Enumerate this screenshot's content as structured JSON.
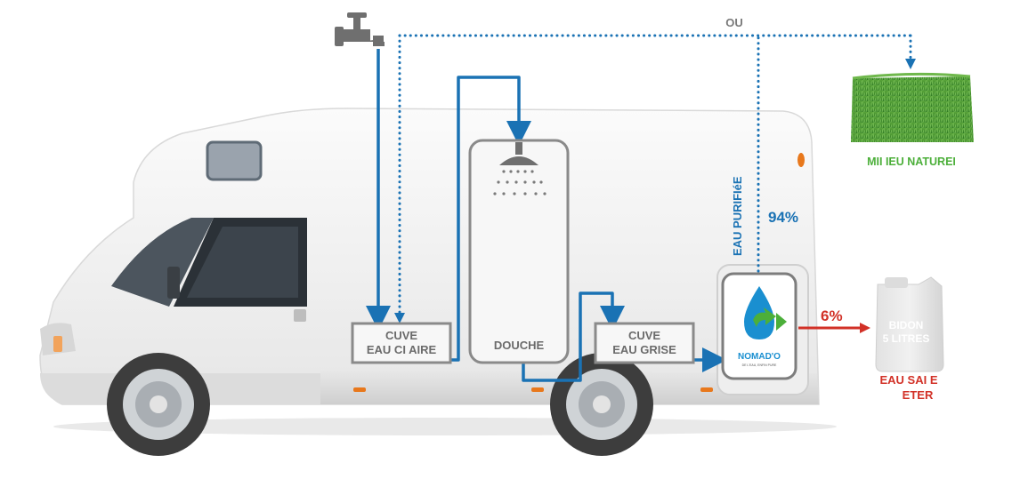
{
  "labels": {
    "ou": "OU",
    "cuve_claire_1": "CUVE",
    "cuve_claire_2": "EAU CI AIRE",
    "douche": "DOUCHE",
    "cuve_grise_1": "CUVE",
    "cuve_grise_2": "EAU GRISE",
    "eau_purifiee": "EAU PURIFIéE",
    "pct_purifiee": "94%",
    "pct_eaux_sales": "6%",
    "milieu_naturel": "MII IEU NATUREI",
    "bidon_1": "BIDON",
    "bidon_2": "5 LITRES",
    "eaux_sales_1": "EAU SAI E",
    "eaux_sales_2": "ETER",
    "logo_name": "NOMAD'O",
    "logo_tagline": "DE L'EAU, ENFIN PURE"
  },
  "colors": {
    "pipe_blue": "#1a72b4",
    "accent_green": "#4caf3a",
    "accent_red": "#d23127",
    "box_grey": "#8a8a8a",
    "label_grey": "#6b6b6b",
    "body_white": "#f3f3f3"
  },
  "icons": [
    "water-tap-icon",
    "shower-head-icon",
    "grass-patch-icon",
    "jerrycan-icon",
    "nomado-water-drop-logo",
    "arrow-down-icon",
    "arrow-right-icon"
  ]
}
